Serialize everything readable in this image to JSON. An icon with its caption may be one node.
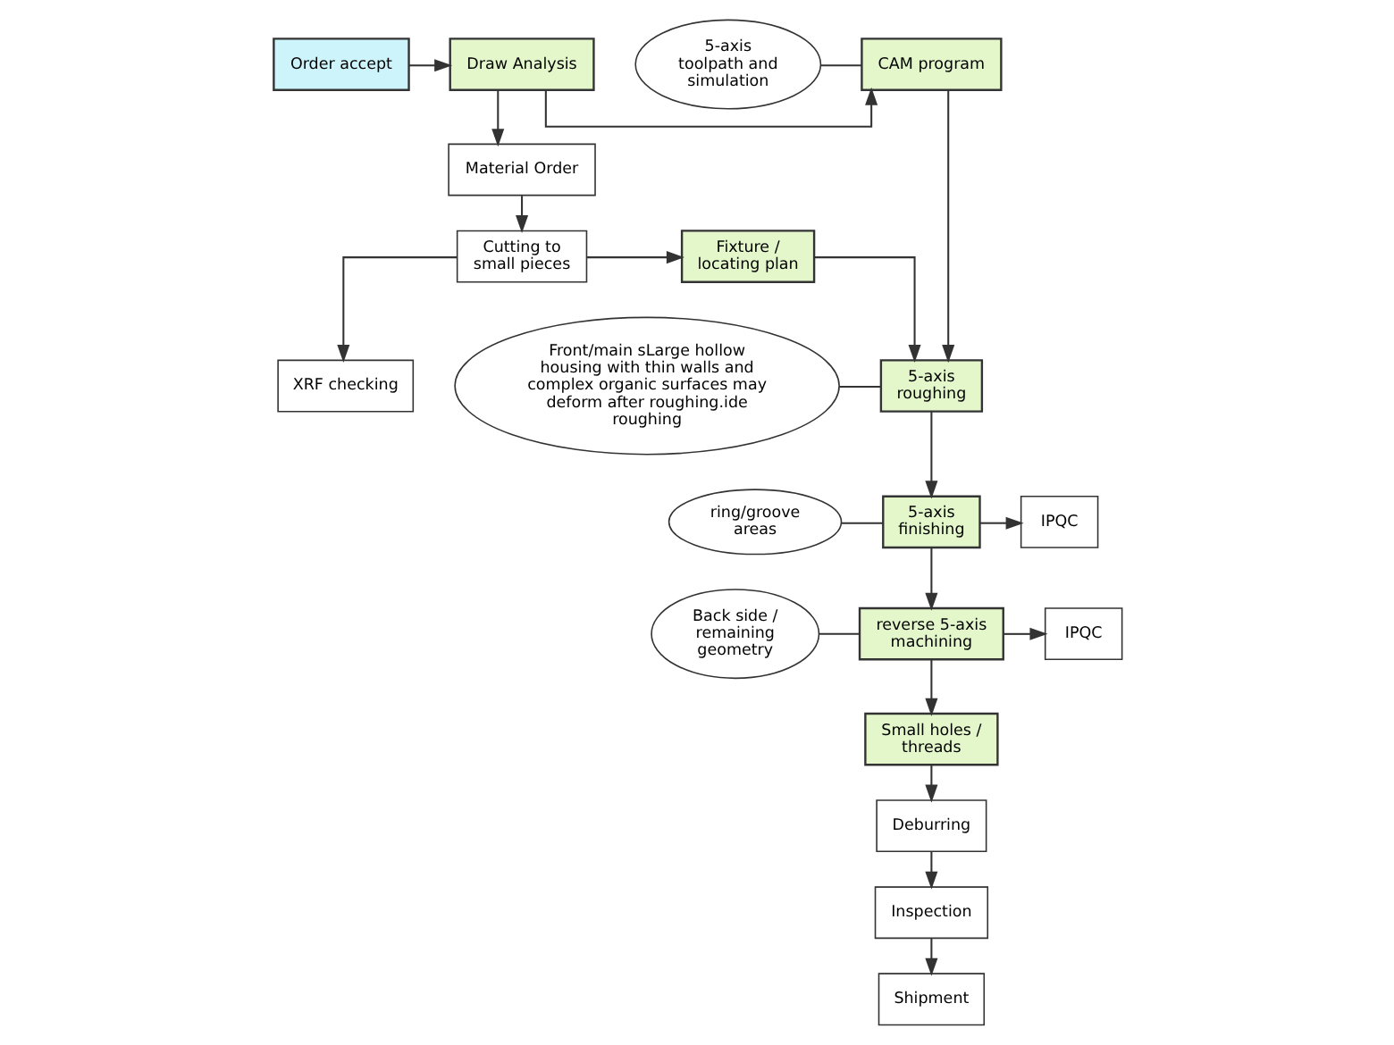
{
  "diagram": {
    "nodes": [
      {
        "text": [
          "Order accept"
        ]
      },
      {
        "text": [
          "Draw Analysis"
        ]
      },
      {
        "text": [
          "CAM program"
        ]
      },
      {
        "text": [
          "5-axis toolpath and simulation"
        ]
      },
      {
        "text": [
          "Material Order"
        ]
      },
      {
        "text": [
          "Cutting to small pieces"
        ]
      },
      {
        "text": [
          "Fixture / locating plan"
        ]
      },
      {
        "text": [
          "XRF checking"
        ]
      },
      {
        "text": [
          "5-axis roughing"
        ]
      },
      {
        "text": [
          "Front/main sLarge hollow housing with thin walls and complex organic surfaces may deform after roughing.ide roughing"
        ]
      },
      {
        "text": [
          "5-axis finishing"
        ]
      },
      {
        "text": [
          "ring/groove areas"
        ]
      },
      {
        "text": [
          "IPQC"
        ]
      },
      {
        "text": [
          "reverse 5-axis machining"
        ]
      },
      {
        "text": [
          "Back side / remaining geometry"
        ]
      },
      {
        "text": [
          "IPQC"
        ]
      },
      {
        "text": [
          "Small holes / threads"
        ]
      },
      {
        "text": [
          "Deburring"
        ]
      },
      {
        "text": [
          "Inspection"
        ]
      },
      {
        "text": [
          "Shipment"
        ]
      }
    ],
    "edges": [
      {
        "from": 0,
        "to": 1,
        "arrow": "to"
      },
      {
        "from": 1,
        "to": 2,
        "arrow": "to"
      },
      {
        "from": 3,
        "to": 2,
        "arrow": "none"
      },
      {
        "from": 1,
        "to": 4,
        "arrow": "to"
      },
      {
        "from": 2,
        "to": 8,
        "arrow": "to"
      },
      {
        "from": 4,
        "to": 5,
        "arrow": "to"
      },
      {
        "from": 5,
        "to": 6,
        "arrow": "to"
      },
      {
        "from": 5,
        "to": 7,
        "arrow": "to"
      },
      {
        "from": 6,
        "to": 8,
        "arrow": "to"
      },
      {
        "from": 9,
        "to": 8,
        "arrow": "none"
      },
      {
        "from": 8,
        "to": 10,
        "arrow": "to"
      },
      {
        "from": 11,
        "to": 10,
        "arrow": "none"
      },
      {
        "from": 10,
        "to": 12,
        "arrow": "to"
      },
      {
        "from": 10,
        "to": 13,
        "arrow": "to"
      },
      {
        "from": 14,
        "to": 13,
        "arrow": "none"
      },
      {
        "from": 13,
        "to": 15,
        "arrow": "to"
      },
      {
        "from": 13,
        "to": 16,
        "arrow": "to"
      },
      {
        "from": 16,
        "to": 17,
        "arrow": "to"
      },
      {
        "from": 17,
        "to": 18,
        "arrow": "to"
      },
      {
        "from": 18,
        "to": 19,
        "arrow": "to"
      }
    ]
  }
}
